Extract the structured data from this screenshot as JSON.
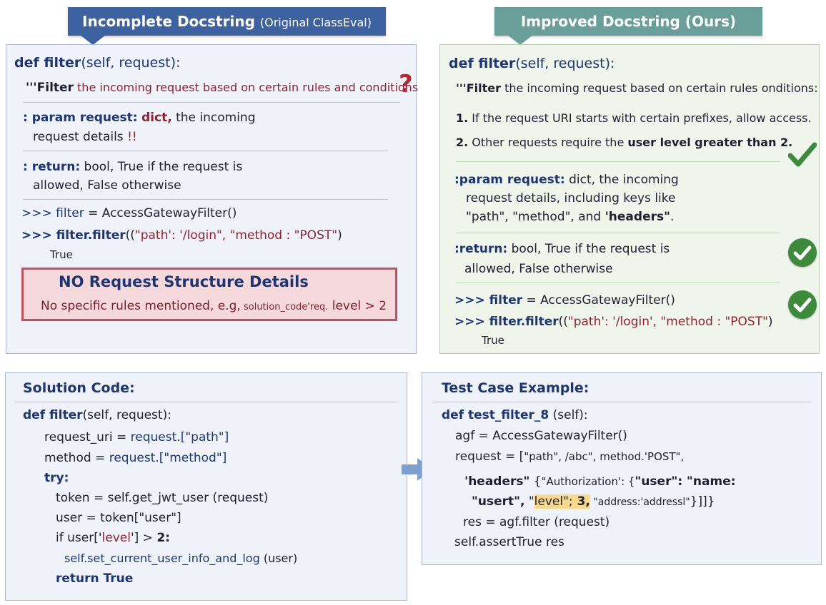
{
  "left_tab": {
    "title": "Incomplete Docstring",
    "subtitle": "(Original ClassEval)"
  },
  "right_tab": {
    "title": "Improved Docstring (Ours)"
  },
  "left": {
    "def_kw": "def filter",
    "def_rest": "(self, request):",
    "doc_q": "'''",
    "doc_kw": "Filter",
    "doc_rest": " the incoming request based on certain rules and conditions",
    "qmark": "?",
    "param_kw": ": param request:",
    "param_type": "dict,",
    "param_rest": " the incoming",
    "param_line2": "request details",
    "param_warn": "!!",
    "return_kw": ": return:",
    "return_rest": " bool, True if the request is",
    "return_line2": "allowed, False otherwise",
    "ex1_prompt": ">>> filter",
    "ex1_rest": " = AccessGatewayFilter()",
    "ex2_prompt": ">>> filter.filter",
    "ex2_open": "((",
    "ex2_s1": "\"path': '/login\",",
    "ex2_s2": "  \"method : \"POST\"",
    "ex2_close": ")",
    "ex2_result": "True",
    "warn_title": "NO Request Structure Details",
    "warn_pre": "No specific rules mentioned, e.g,",
    "warn_code": " solution_code'req.",
    "warn_post": " level > 2"
  },
  "right": {
    "def_kw": "def filter",
    "def_rest": "(self, request):",
    "doc_q": "'''",
    "doc_kw": "Filter",
    "doc_rest": " the incoming request based on certain rules onditions:",
    "rule1_num": "1.",
    "rule1_text": " If the request URI starts with certain prefixes, allow access.",
    "rule2_num": "2.",
    "rule2_text": " Other requests require the ",
    "rule2_bold": "user level greater than 2.",
    "param_kw": ":param request:",
    "param_rest": " dict, the incoming",
    "param_line2": "request details, including keys like",
    "param_line3a": "\"path\", \"method\", and ",
    "param_line3b": "'headers\"",
    "param_line3c": ".",
    "return_kw": ":return:",
    "return_rest": " bool, True if the request is",
    "return_line2": "allowed, False otherwise",
    "ex1_prompt": ">>> filter",
    "ex1_rest": " = AccessGatewayFilter()",
    "ex2_prompt": ">>> filter.filter",
    "ex2_open": "((",
    "ex2_s1": "\"path': '/login',",
    "ex2_s2": "  \"method : \"POST\"",
    "ex2_close": ")",
    "ex2_result": "True"
  },
  "solution": {
    "title": "Solution Code:",
    "l1a": "def filter",
    "l1b": "(self, request):",
    "l2a": "request_uri",
    "l2b": " = ",
    "l2c": "request.",
    "l2d": "[\"path\"]",
    "l3a": "method",
    "l3b": " = ",
    "l3c": "request.",
    "l3d": "[\"method\"]",
    "l4": "try:",
    "l5a": "token",
    "l5b": " = self.get_jwt_user (request)",
    "l6a": "user",
    "l6b": " = token[\"user\"]",
    "l7a": "if user",
    "l7b": "['",
    "l7c": "level",
    "l7d": "']",
    "l7e": " > ",
    "l7f": "2:",
    "l8a": "self.set_current_user_info_and_log",
    "l8b": " (user)",
    "l9": "return True"
  },
  "test": {
    "title": "Test Case Example:",
    "l1a": "def test_filter_8",
    "l1b": " (self):",
    "l2a": "agf",
    "l2b": "  = AccessGatewayFilter()",
    "l3a": "request",
    "l3b": " = [",
    "l3c": "\"path\",  /abc\", method.'POST\",",
    "l4a": "'headers\"",
    "l4b": " {",
    "l4c": "\"Authorization': {",
    "l4d": "\"user\":",
    "l4e": "  \"name:",
    "l5a": "\"usert\",",
    "l5b": "  \"",
    "l5c": "level\";",
    "l5d": " 3,",
    "l5e": " \"address:'addressl\"",
    "l5f": "}]]}",
    "l6a": "res",
    "l6b": " = agf.",
    "l6c": "filter (request)",
    "l7": "self.assertTrue res"
  },
  "colors": {
    "tab_left": "#3e61a0",
    "tab_right": "#6a9e98",
    "keyword": "#1e3570",
    "string": "#8c2232",
    "check": "#3e8a3c",
    "warn_border": "#c0505f"
  },
  "icons": [
    "question-mark-icon",
    "check-icon",
    "check-circle-icon",
    "arrow-right-icon"
  ]
}
